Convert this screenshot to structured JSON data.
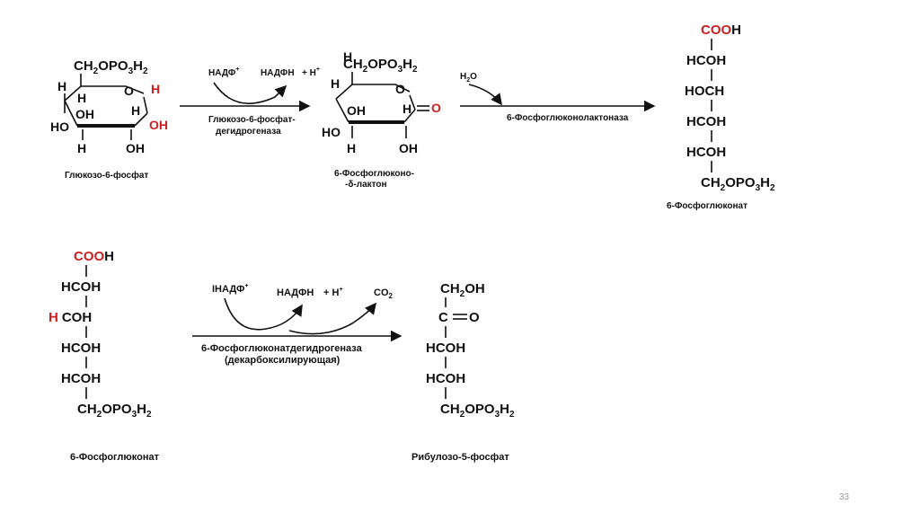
{
  "slide_number": "33",
  "reaction1": {
    "substrate": {
      "name": "Глюкозо-6-фосфат",
      "ch2": "CH",
      "ch2_sub": "2",
      "opo": "OPO",
      "opo_sub": "3",
      "opo_h": "H",
      "opo_sub2": "2",
      "h": "H",
      "oh": "OH",
      "ho": "HO",
      "o": "O"
    },
    "enzyme_line1": "Глюкозо-6-фосфат-",
    "enzyme_line2": "дегидрогеназа",
    "cofactor_in": "НАДФ",
    "cofactor_in_sup": "+",
    "cofactor_out": "НАДФН",
    "plus_h": "+ H",
    "plus_h_sup": "+",
    "product": {
      "name_line1": "6-Фосфоглюконо-",
      "name_line2": "-δ-лактон",
      "eq_o": "O"
    }
  },
  "reaction2": {
    "water": "H",
    "water_sub": "2",
    "water_o": "O",
    "enzyme": "6-Фосфоглюконолактоназа",
    "product": {
      "name": "6-Фосфоглюконат",
      "cooh_red": "COO",
      "cooh_h": "H",
      "hcoh": "HCOH",
      "hoch": "HOCH"
    }
  },
  "reaction3": {
    "substrate_name": "6-Фосфоглюконат",
    "red_h": "H",
    "coh": "COH",
    "cofactor_in": "ІНАДФ",
    "cofactor_in_sup": "+",
    "cofactor_out": "НАДФН",
    "plus_h": "+ H",
    "plus_h_sup": "+",
    "co2": "CO",
    "co2_sub": "2",
    "enzyme_line1": "6-Фосфоглюконатдегидрогеназа",
    "enzyme_line2": "(декарбоксилирующая)",
    "product": {
      "name": "Рибулозо-5-фосфат",
      "ch2oh": "CH",
      "ch2oh_sub": "2",
      "ch2oh_end": "OH",
      "c": "C",
      "eq_o": "O"
    }
  },
  "colors": {
    "red": "#cc1f1f",
    "ink": "#111111"
  }
}
